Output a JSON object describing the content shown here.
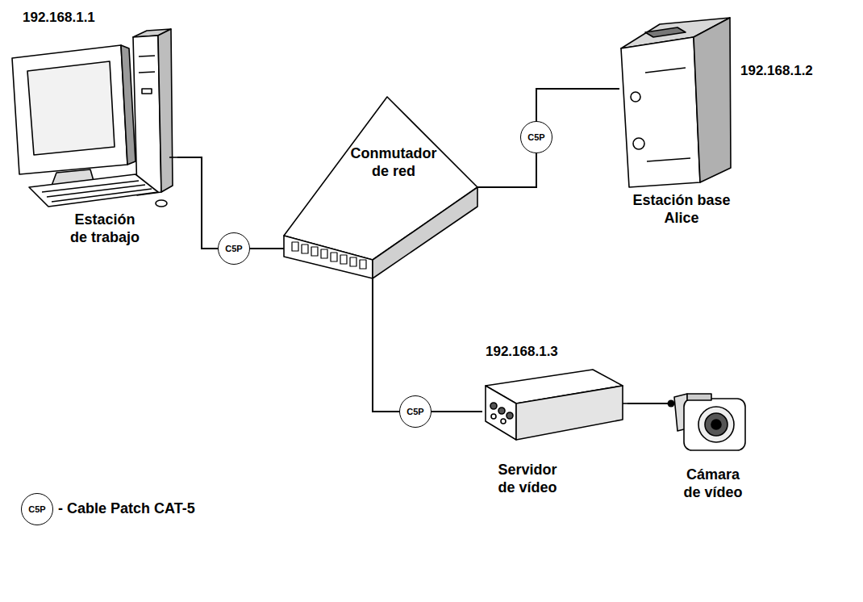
{
  "diagram": {
    "nodes": [
      {
        "text": [
          "192.168.1.1",
          "Estación de trabajo"
        ]
      },
      {
        "text": [
          "192.168.1.2",
          "Estación base Alice"
        ]
      },
      {
        "text": [
          "Conmutador de red"
        ]
      },
      {
        "text": [
          "192.168.1.3",
          "Servidor de vídeo"
        ]
      },
      {
        "text": [
          "Cámara de vídeo"
        ]
      }
    ],
    "edges": [
      {
        "from": 0,
        "to": 2,
        "label": "C5P",
        "arrow": "none"
      },
      {
        "from": 2,
        "to": 1,
        "label": "C5P",
        "arrow": "none"
      },
      {
        "from": 2,
        "to": 3,
        "label": "C5P",
        "arrow": "none"
      },
      {
        "from": 3,
        "to": 4,
        "arrow": "none"
      }
    ],
    "labels": [
      "C5P"
    ],
    "legend": [
      {
        "text": "- Cable Patch CAT-5"
      }
    ]
  }
}
